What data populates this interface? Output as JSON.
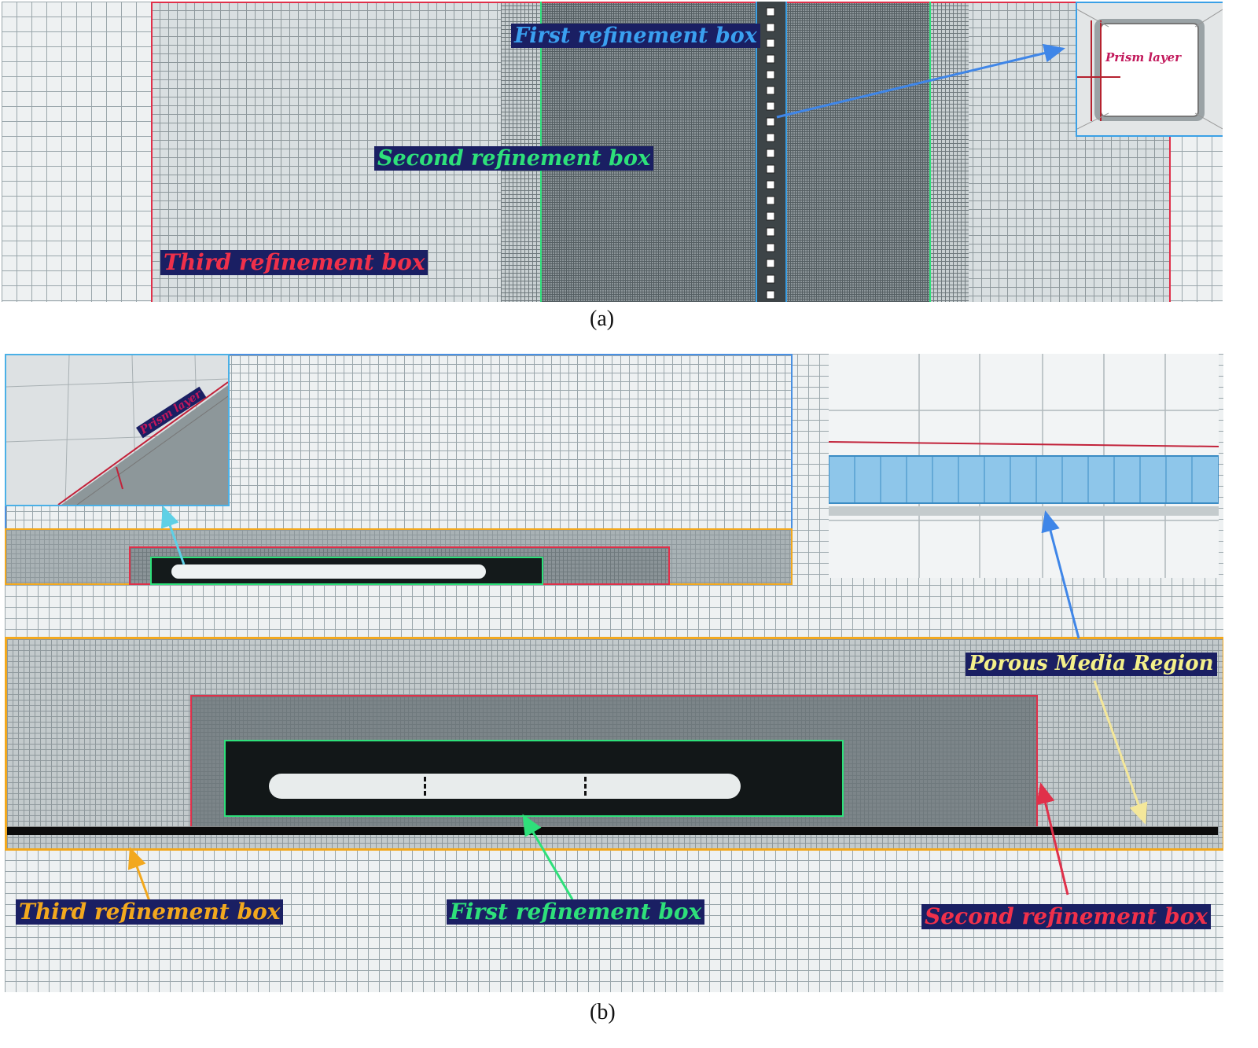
{
  "panel_a": {
    "caption": "(a)",
    "labels": {
      "first_refinement": "First refinement box",
      "second_refinement": "Second refinement box",
      "third_refinement": "Third refinement box",
      "prism_layer": "Prism layer"
    }
  },
  "panel_b": {
    "caption": "(b)",
    "labels": {
      "porous_media": "Porous Media Region",
      "third_refinement": "Third refinement box",
      "first_refinement": "First refinement box",
      "second_refinement": "Second refinement box",
      "prism_layer": "Prism layer"
    }
  },
  "colors": {
    "first_box": "#3aa0e6",
    "second_box": "#2ee07a",
    "third_box": "#e0304a",
    "orange_box": "#f2a81e",
    "porous": "#f4f08a",
    "label_bg": "#1a1f63"
  }
}
